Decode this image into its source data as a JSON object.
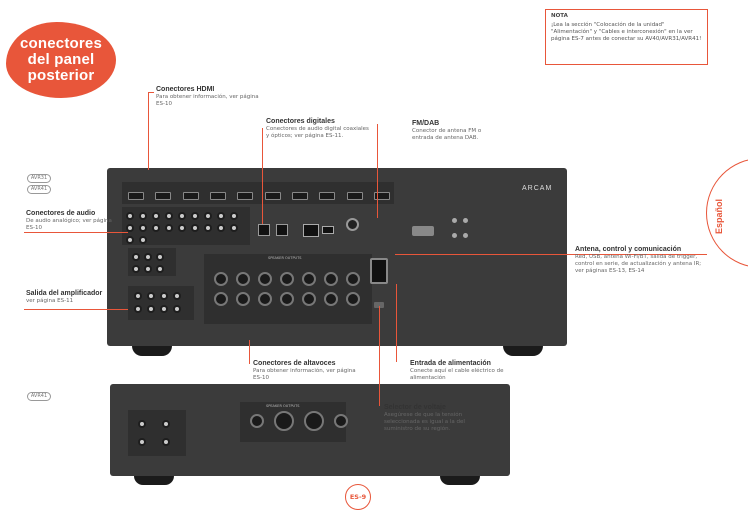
{
  "title": {
    "line1": "conectores",
    "line2": "del panel",
    "line3": "posterior"
  },
  "nota": {
    "heading": "NOTA",
    "body": "¡Lea la sección \"Colocación de la unidad\" \"Alimentación\" y \"Cables e interconexión\" en la ver página ES-7 antes de conectar su AV40/AVR31/AVR41!"
  },
  "language_tab": "Español",
  "models": {
    "top_a": "AVR31",
    "top_b": "AVR41",
    "bottom": "AVR41"
  },
  "brand": "ARCAM",
  "callouts": {
    "hdmi": {
      "title": "Conectores HDMI",
      "desc": "Para obtener información, ver página ES-10"
    },
    "digital": {
      "title": "Conectores digitales",
      "desc": "Conectores de audio digital coaxiales y ópticos; ver página ES-11."
    },
    "fmdab": {
      "title": "FM/DAB",
      "desc": "Conector de antena FM o entrada de antena DAB."
    },
    "audio": {
      "title": "Conectores de audio",
      "desc": "De audio analógico; ver página ES-10"
    },
    "amp_out": {
      "title": "Salida del amplificador",
      "desc": "ver página ES-11"
    },
    "antenna": {
      "title": "Antena, control y comunicación",
      "desc": "Red, USB, antena Wi-Fi/BT, salida de trigger, control en serie, de actualización y antena IR; ver páginas ES-13, ES-14"
    },
    "speakers": {
      "title": "Conectores de altavoces",
      "desc": "Para obtener información, ver página ES-10"
    },
    "power": {
      "title": "Entrada de alimentación",
      "desc": "Conecte aquí el cable eléctrico de alimentación"
    },
    "voltage": {
      "title": "Selector de voltaje",
      "desc": "Asegúrese de que la tensión seleccionada es igual a la del suministro de su región."
    }
  },
  "panel_labels": {
    "speaker_outputs": "SPEAKER OUTPUTS"
  },
  "page_number": "ES-9"
}
